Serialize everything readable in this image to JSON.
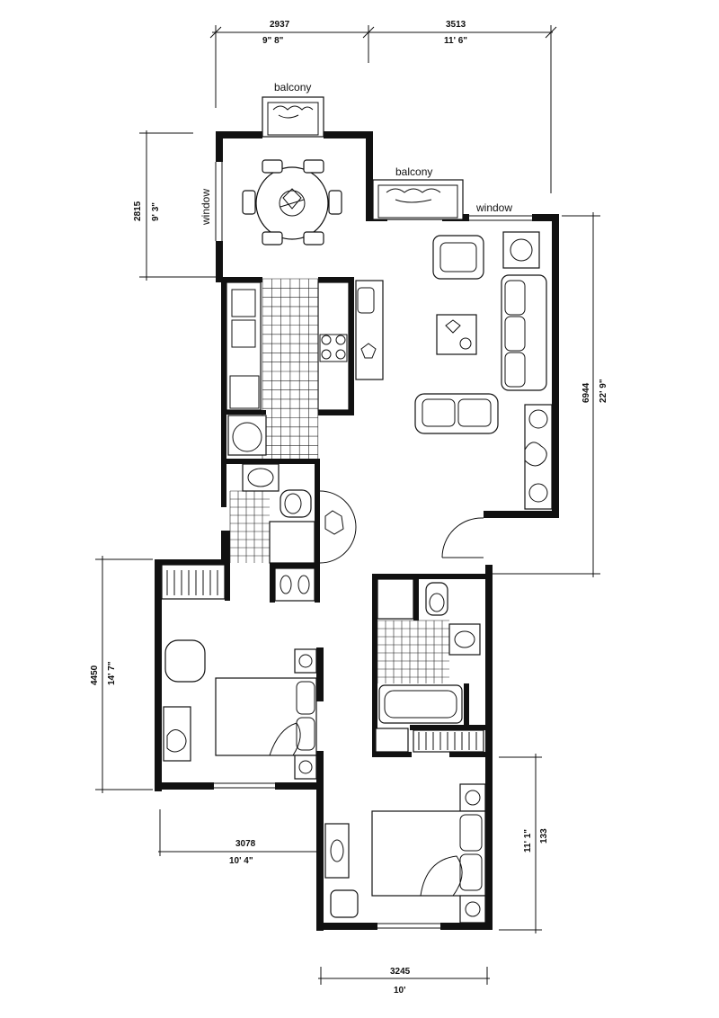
{
  "labels": {
    "balcony_top": "balcony",
    "balcony_right": "balcony",
    "window_left": "window",
    "window_right": "window"
  },
  "dimensions": {
    "top_left_mm": "2937",
    "top_left_ft": "9\" 8\"",
    "top_right_mm": "3513",
    "top_right_ft": "11' 6\"",
    "left_dining_mm": "2815",
    "left_dining_ft": "9' 3\"",
    "right_living_mm": "6944",
    "right_living_ft": "22' 9\"",
    "left_bed_mm": "4450",
    "left_bed_ft": "14' 7\"",
    "mid_mm": "3078",
    "mid_ft": "10' 4\"",
    "right_bed_mm": "133",
    "right_bed_ft": "11' 1\"",
    "bottom_mm": "3245",
    "bottom_ft": "10'"
  },
  "colors": {
    "ink": "#111111",
    "paper": "#ffffff"
  }
}
